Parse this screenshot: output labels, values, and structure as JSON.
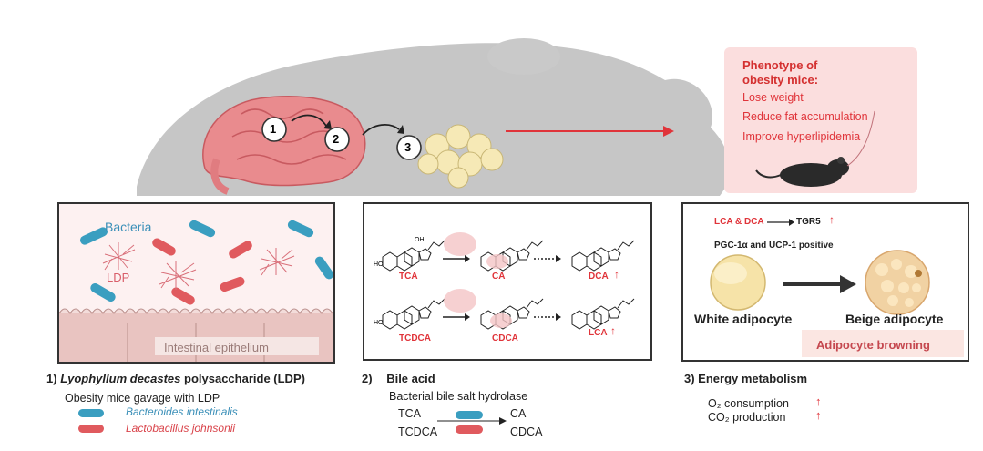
{
  "steps": [
    "1",
    "2",
    "3"
  ],
  "phenotype": {
    "title_line1": "Phenotype of",
    "title_line2": "obesity mice:",
    "items": [
      "Lose weight",
      "Reduce fat accumulation",
      "Improve hyperlipidemia"
    ]
  },
  "panel1": {
    "bacteria_label": "Bacteria",
    "ldp_label": "LDP",
    "epithelium_label": "Intestinal epithelium"
  },
  "panel2": {
    "row1": [
      "TCA",
      "CA",
      "DCA"
    ],
    "row2": [
      "TCDCA",
      "CDCA",
      "LCA"
    ],
    "ho": "HO",
    "oh": "OH"
  },
  "panel3": {
    "lca_dca": "LCA & DCA",
    "tgr5": "TGR5",
    "pgc": "PGC-1α and UCP-1 positive",
    "white": "White adipocyte",
    "beige": "Beige adipocyte",
    "browning": "Adipocyte browning"
  },
  "section1": {
    "number": "1)",
    "title_italic": "Lyophyllum decastes",
    "title_rest": " polysaccharide (LDP)",
    "line": "Obesity mice gavage with LDP",
    "legend_blue": "Bacteroides intestinalis",
    "legend_red": "Lactobacillus johnsonii"
  },
  "section2": {
    "number": "2)",
    "title": "Bile acid",
    "line": "Bacterial bile salt hydrolase",
    "from1": "TCA",
    "from2": "TCDCA",
    "to1": "CA",
    "to2": "CDCA"
  },
  "section3": {
    "title": "3) Energy metabolism",
    "o2": "O₂ consumption",
    "co2": "CO₂ production"
  },
  "up_arrow": "↑",
  "colors": {
    "blue_bacteria": "#3a9ec0",
    "red_bacteria": "#e05a5e",
    "accent_red": "#e0343a",
    "panel_bg": "#fdf1f1",
    "mouse_gray": "#b9b9b9"
  }
}
